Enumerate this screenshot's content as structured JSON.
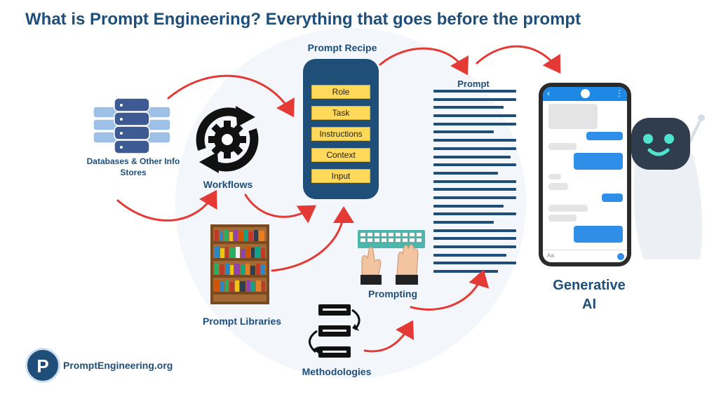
{
  "title": "What is Prompt Engineering? Everything that goes before the prompt",
  "recipe": {
    "title": "Prompt Recipe",
    "items": [
      "Role",
      "Task",
      "Instructions",
      "Context",
      "Input"
    ]
  },
  "prompt": {
    "title": "Prompt",
    "line_count": 23
  },
  "sources": {
    "databases": "Databases & Other Info Stores",
    "workflows": "Workflows",
    "libraries": "Prompt Libraries",
    "prompting": "Prompting",
    "methodologies": "Methodologies"
  },
  "output": {
    "label": "Generative\nAI"
  },
  "phone": {
    "input_placeholder": "Aa"
  },
  "logo": {
    "letter": "P",
    "text": "PromptEngineering.org"
  },
  "colors": {
    "brand": "#1f4e79",
    "accent_arrow": "#e53935",
    "recipe_item": "#ffd95a",
    "chat_bubble": "#2f8ee8"
  }
}
